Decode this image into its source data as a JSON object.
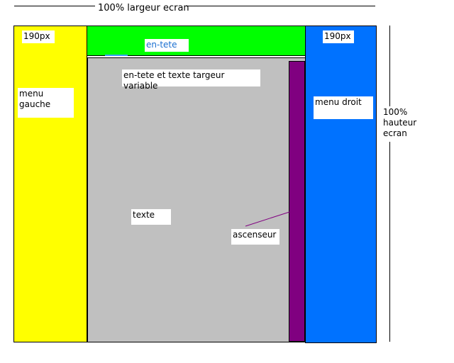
{
  "top_dimension": {
    "label": "100% largeur ecran"
  },
  "right_dimension": {
    "label": "100%\nhauteur\necran"
  },
  "left_sidebar": {
    "width_label": "190px",
    "menu_label": "menu\ngauche",
    "color": "#ffff00"
  },
  "header": {
    "label": "en-tete",
    "color": "#00ff00",
    "label_color": "#1a6fd0"
  },
  "content": {
    "header_text_label": "en-tete et texte targeur variable",
    "body_label": "texte",
    "color": "#c0c0c0"
  },
  "scrollbar": {
    "label": "ascenseur",
    "color": "#800080"
  },
  "right_sidebar": {
    "width_label": "190px",
    "menu_label": "menu droit",
    "color": "#0072ff"
  }
}
